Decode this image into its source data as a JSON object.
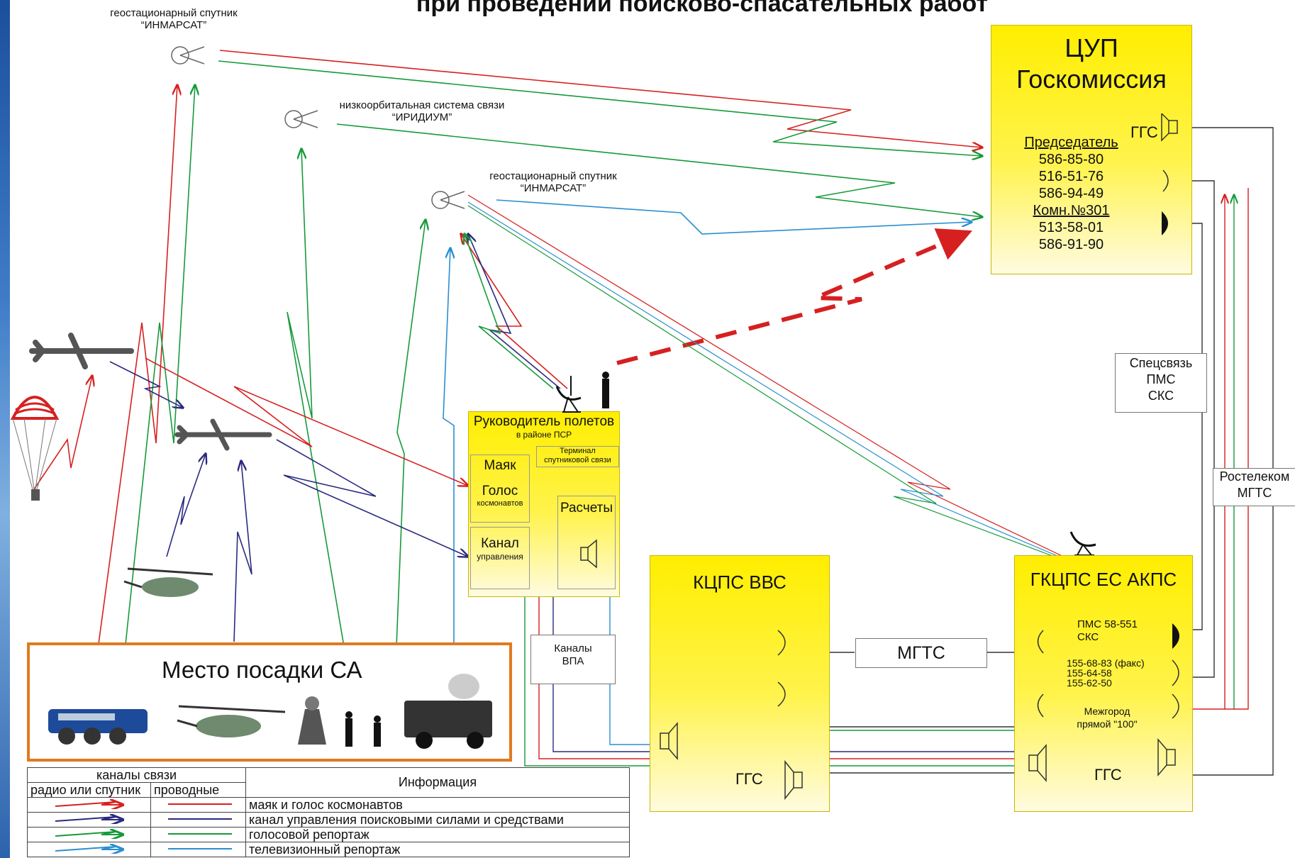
{
  "title": "при проведении поисково-спасательных работ",
  "satellites": {
    "inmarsat_top": {
      "line1": "геостационарный спутник",
      "line2": "“ИНМАРСАТ”"
    },
    "iridium": {
      "line1": "низкоорбитальная система связи",
      "line2": "“ИРИДИУМ”"
    },
    "inmarsat_mid": {
      "line1": "геостационарный спутник",
      "line2": "“ИНМАРСАТ”"
    }
  },
  "tsup": {
    "title1": "ЦУП",
    "title2": "Госкомиссия",
    "ggs": "ГГС",
    "chairman": "Председатель",
    "phones1": [
      "586-85-80",
      "516-51-76",
      "586-94-49"
    ],
    "room": "Комн.№301",
    "phones2": [
      "513-58-01",
      "586-91-90"
    ]
  },
  "spec": {
    "line1": "Спецсвязь",
    "line2": "ПМС",
    "line3": "СКС"
  },
  "rostelecom": {
    "line1": "Ростелеком",
    "line2": "МГТС"
  },
  "flight": {
    "title": "Руководитель полетов",
    "subtitle": "в районе ПСР",
    "mayak": "Маяк",
    "golos": "Голос",
    "golos_sub": "космонавтов",
    "terminal1": "Терминал",
    "terminal2": "спутниковой связи",
    "raschety": "Расчеты",
    "kanal": "Канал",
    "kanal_sub": "управления"
  },
  "vpa": {
    "line1": "Каналы",
    "line2": "ВПА"
  },
  "kcps": {
    "title": "КЦПС ВВС",
    "ggs": "ГГС"
  },
  "mgts": "МГТС",
  "gkcps": {
    "title": "ГКЦПС ЕС АКПС",
    "pms": "ПМС 58-551",
    "sks": "СКС",
    "phones": [
      "155-68-83 (факс)",
      "155-64-58",
      "155-62-50"
    ],
    "intercity1": "Межгород",
    "intercity2": "прямой \"100\"",
    "ggs": "ГГС"
  },
  "landing": {
    "label": "Место посадки СА"
  },
  "legend": {
    "channels_header": "каналы связи",
    "radio_header": "радио или спутник",
    "wired_header": "проводные",
    "info_header": "Информация",
    "rows": [
      {
        "text": "маяк и голос космонавтов",
        "color": "#d62020"
      },
      {
        "text": "канал управления поисковыми силами и средствами",
        "color": "#2a2a80"
      },
      {
        "text": "голосовой репортаж",
        "color": "#169a3a"
      },
      {
        "text": "телевизионный репортаж",
        "color": "#2a8fd0"
      }
    ]
  },
  "colors": {
    "red": "#d62020",
    "navy": "#2a2a80",
    "green": "#169a3a",
    "blue": "#2a8fd0",
    "yellow": "#ffee00",
    "orange": "#e07a1f"
  },
  "icons": [
    "satellite-icon",
    "airplane-icon",
    "parachute-icon",
    "helicopter-icon",
    "vehicle-icon",
    "speaker-icon",
    "phone-icon",
    "antenna-icon",
    "person-icon"
  ]
}
